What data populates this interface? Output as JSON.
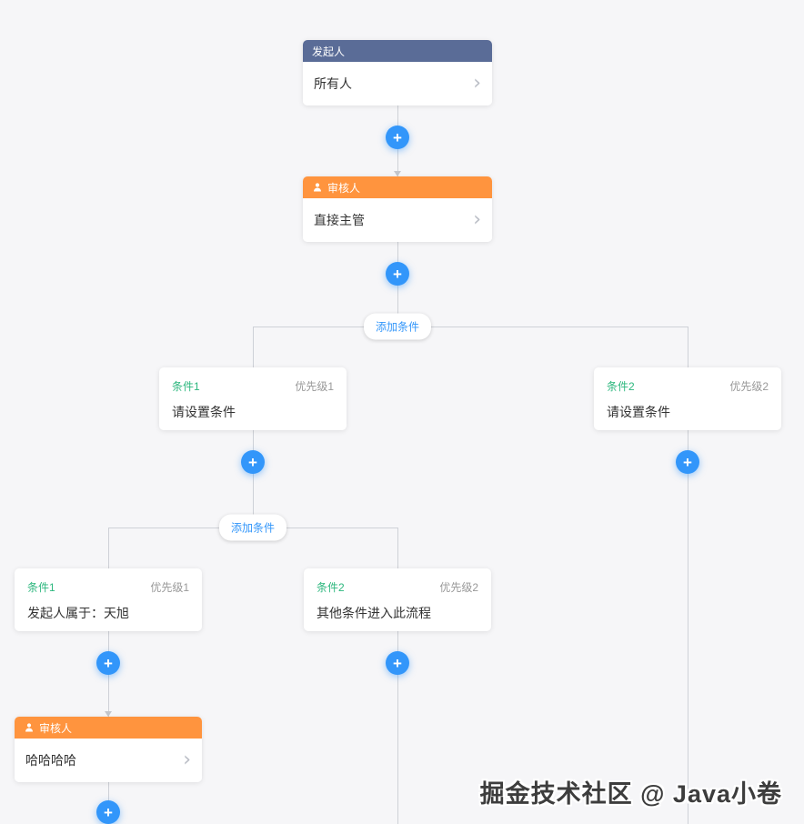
{
  "watermark": "掘金技术社区 @ Java小卷",
  "icons": {
    "plus": "+",
    "chevron_right": "›",
    "person": "user-silhouette"
  },
  "labels": {
    "add_condition": "添加条件"
  },
  "colors": {
    "background": "#f6f6f8",
    "initiator_header": "#5a6c97",
    "approver_header": "#ff943e",
    "plus_button": "#3296fa",
    "add_condition_text": "#3296fa",
    "condition_title": "#2db77e",
    "priority_text": "#999999",
    "connector_line": "#ced1d7"
  },
  "nodes": {
    "initiator": {
      "title": "发起人",
      "value": "所有人"
    },
    "approver_main": {
      "title": "审核人",
      "value": "直接主管"
    },
    "approver_sub": {
      "title": "审核人",
      "value": "哈哈哈哈"
    }
  },
  "branch_top": {
    "cond1": {
      "title": "条件1",
      "priority": "优先级1",
      "value": "请设置条件"
    },
    "cond2": {
      "title": "条件2",
      "priority": "优先级2",
      "value": "请设置条件"
    }
  },
  "branch_nested": {
    "cond1": {
      "title": "条件1",
      "priority": "优先级1",
      "value": "发起人属于：天旭"
    },
    "cond2": {
      "title": "条件2",
      "priority": "优先级2",
      "value": "其他条件进入此流程"
    }
  }
}
